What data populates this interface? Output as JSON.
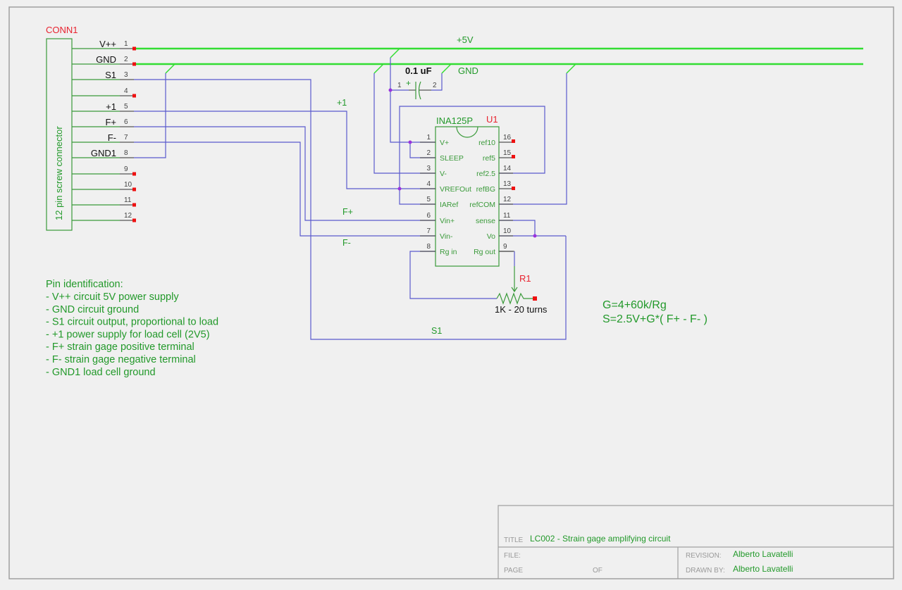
{
  "connector": {
    "ref": "CONN1",
    "description": "12 pin screw connector",
    "pins": [
      {
        "num": "1",
        "label": "V++"
      },
      {
        "num": "2",
        "label": "GND"
      },
      {
        "num": "3",
        "label": "S1"
      },
      {
        "num": "4",
        "label": ""
      },
      {
        "num": "5",
        "label": "+1"
      },
      {
        "num": "6",
        "label": "F+"
      },
      {
        "num": "7",
        "label": "F-"
      },
      {
        "num": "8",
        "label": "GND1"
      },
      {
        "num": "9",
        "label": ""
      },
      {
        "num": "10",
        "label": ""
      },
      {
        "num": "11",
        "label": ""
      },
      {
        "num": "12",
        "label": ""
      }
    ]
  },
  "nets": {
    "plus5v": "+5V",
    "gnd": "GND",
    "plus1": "+1",
    "fplus": "F+",
    "fminus": "F-",
    "s1": "S1"
  },
  "capacitor": {
    "value": "0.1 uF",
    "pin1": "1",
    "pin2": "2",
    "polarity": "+"
  },
  "ic": {
    "ref": "U1",
    "part": "INA125P",
    "left_pins": [
      {
        "num": "1",
        "name": "V+"
      },
      {
        "num": "2",
        "name": "SLEEP"
      },
      {
        "num": "3",
        "name": "V-"
      },
      {
        "num": "4",
        "name": "VREFOut"
      },
      {
        "num": "5",
        "name": "IARef"
      },
      {
        "num": "6",
        "name": "Vin+"
      },
      {
        "num": "7",
        "name": "Vin-"
      },
      {
        "num": "8",
        "name": "Rg in"
      }
    ],
    "right_pins": [
      {
        "num": "16",
        "name": "ref10"
      },
      {
        "num": "15",
        "name": "ref5"
      },
      {
        "num": "14",
        "name": "ref2.5"
      },
      {
        "num": "13",
        "name": "refBG"
      },
      {
        "num": "12",
        "name": "refCOM"
      },
      {
        "num": "11",
        "name": "sense"
      },
      {
        "num": "10",
        "name": "Vo"
      },
      {
        "num": "9",
        "name": "Rg out"
      }
    ]
  },
  "resistor": {
    "ref": "R1",
    "value": "1K - 20 turns"
  },
  "notes": {
    "title": "Pin identification:",
    "lines": [
      "- V++ circuit 5V power supply",
      "- GND circuit ground",
      "- S1 circuit output, proportional to load",
      "- +1 power supply for load cell (2V5)",
      "- F+ strain gage positive terminal",
      "- F- strain gage negative terminal",
      "- GND1 load cell ground"
    ]
  },
  "formulas": {
    "gain": "G=4+60k/Rg",
    "output": "S=2.5V+G*( F+ - F- )"
  },
  "title_block": {
    "title_label": "TITLE",
    "title_value": "LC002 - Strain gage amplifying circuit",
    "file_label": "FILE:",
    "file_value": "",
    "page_label": "PAGE",
    "of_label": "OF",
    "revision_label": "REVISION:",
    "revision_value": "Alberto Lavatelli",
    "drawn_by_label": "DRAWN BY:",
    "drawn_by_value": "Alberto Lavatelli"
  },
  "colors": {
    "wire": "#5a5acd",
    "bus": "#33dd33",
    "component": "#3a9a3a",
    "reference": "#e8232f",
    "no_connect": "#ee1111",
    "junction": "#9a33dd"
  }
}
